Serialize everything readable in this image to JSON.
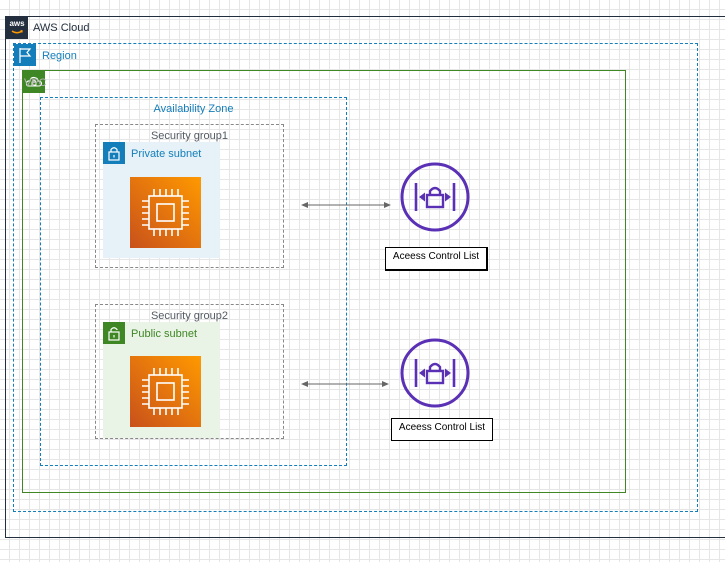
{
  "cloud": {
    "label": "AWS Cloud",
    "logo_text": "aws",
    "icon": "aws-logo-icon"
  },
  "region": {
    "label": "Region",
    "icon": "flag-icon"
  },
  "vpc": {
    "label": "VPC",
    "icon": "cloud-lock-icon"
  },
  "availability_zone": {
    "label": "Availability Zone"
  },
  "security_groups": [
    {
      "label": "Security group1",
      "subnet_label": "Private subnet",
      "subnet_icon": "lock-icon",
      "instance_icon": "ec2-instance-icon"
    },
    {
      "label": "Security group2",
      "subnet_label": "Public subnet",
      "subnet_icon": "unlock-icon",
      "instance_icon": "ec2-instance-icon"
    }
  ],
  "acls": [
    {
      "label": "Aceess Control List",
      "icon": "network-acl-icon"
    },
    {
      "label": "Aceess Control List",
      "icon": "network-acl-icon"
    }
  ],
  "colors": {
    "cloud": "#232f3e",
    "region": "#147eba",
    "vpc": "#3f8624",
    "security_group": "#878787",
    "private_subnet_fill": "#e6f2f8",
    "public_subnet_fill": "#e9f3e6",
    "instance": "#ed7100",
    "acl": "#5a30b5",
    "arrow": "#666666"
  }
}
